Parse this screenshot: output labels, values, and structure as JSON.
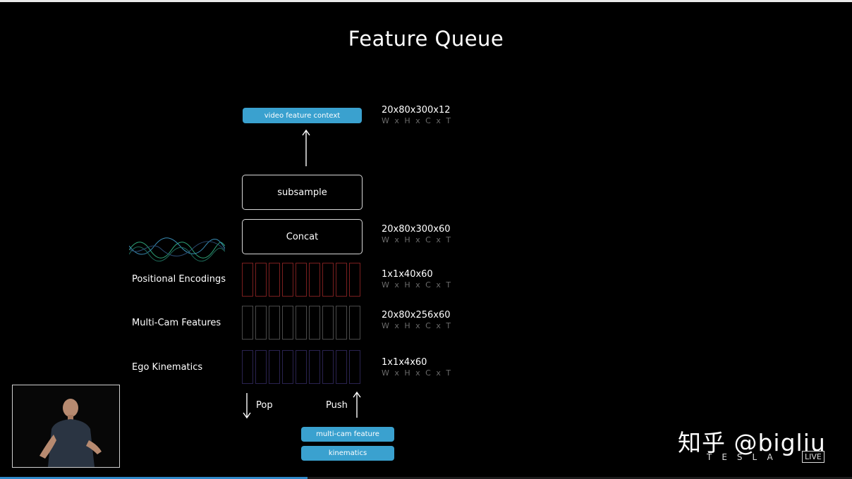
{
  "title": "Feature Queue",
  "boxes": {
    "video_feature_context": "video feature context",
    "subsample": "subsample",
    "concat": "Concat",
    "multi_cam_feature": "multi-cam feature",
    "kinematics": "kinematics"
  },
  "dims": [
    {
      "value": "20x80x300x12",
      "axes": "W x H x C x T"
    },
    {
      "value": "20x80x300x60",
      "axes": "W x H x C x T"
    },
    {
      "value": "1x1x40x60",
      "axes": "W x H x C x T"
    },
    {
      "value": "20x80x256x60",
      "axes": "W x H x C x T"
    },
    {
      "value": "1x1x4x60",
      "axes": "W x H x C x T"
    }
  ],
  "rows": {
    "positional": "Positional Encodings",
    "multicam": "Multi-Cam Features",
    "ego": "Ego Kinematics"
  },
  "row_colors": {
    "positional": "#7a1f1f",
    "multicam": "#4a4a4a",
    "ego": "#2a2350"
  },
  "arrows": {
    "pop": "Pop",
    "push": "Push"
  },
  "watermark": {
    "text": "知乎 @bigliu",
    "tesla": "TESLA",
    "live": "LIVE"
  },
  "colors": {
    "accent": "#3aa1cf",
    "background": "#000000"
  }
}
